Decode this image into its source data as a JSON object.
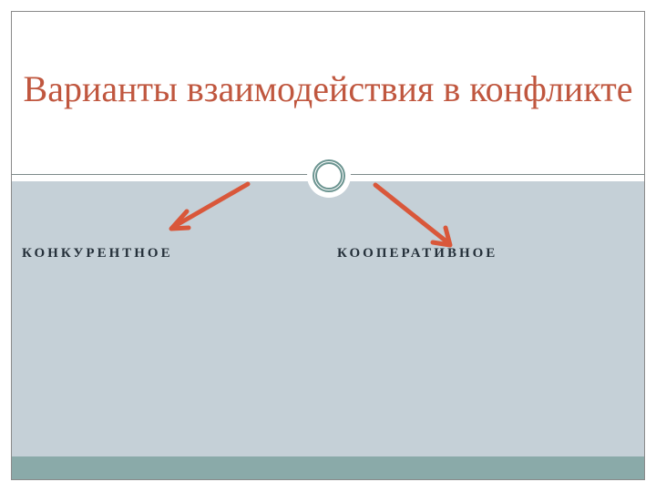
{
  "slide": {
    "title": "Варианты взаимодействия в конфликте",
    "title_color": "#c0573f",
    "body_color": "#c5d0d7",
    "footer_color": "#8aaaa9",
    "emblem_color": "#6b9490",
    "arrow_color": "#d9573a"
  },
  "branches": [
    {
      "label": "КОНКУРЕНТНОЕ",
      "arrow_direction": "down-left"
    },
    {
      "label": "КООПЕРАТИВНОЕ",
      "arrow_direction": "down-right"
    }
  ]
}
